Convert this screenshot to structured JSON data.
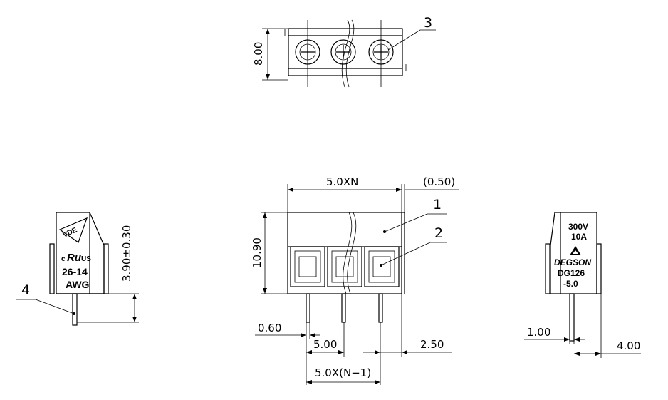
{
  "top_view": {
    "height_dim": "8.00",
    "callout_3": "3"
  },
  "front_view": {
    "pitch_total": "5.0XN",
    "offset": "(0.50)",
    "height": "10.90",
    "pin_width": "0.60",
    "pitch": "5.00",
    "edge": "2.50",
    "pitch_span": "5.0X(N−1)",
    "callout_1": "1",
    "callout_2": "2"
  },
  "left_view": {
    "pin_length": "3.90±0.30",
    "callout_4": "4",
    "vde": "VDE",
    "ul_c": "c",
    "ul_mark": "Ru",
    "ul_us": "US",
    "awg_range": "26-14",
    "awg": "AWG"
  },
  "right_view": {
    "voltage": "300V",
    "current": "10A",
    "brand": "DEGSON",
    "model": "DG126",
    "pitch_suffix": "-5.0",
    "pin_dim": "1.00",
    "offset_dim": "4.00"
  }
}
